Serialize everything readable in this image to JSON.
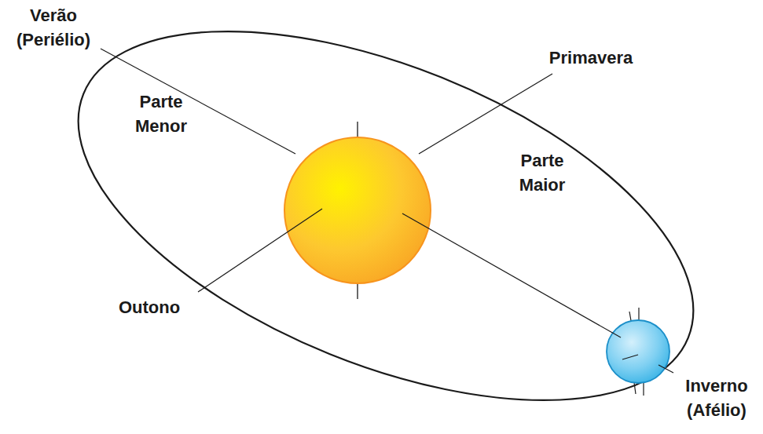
{
  "diagram": {
    "labels": [
      "Verão (Periélio)",
      "Primavera",
      "Parte Menor",
      "Parte Maior",
      "Outono",
      "Inverno (Afélio)"
    ]
  }
}
